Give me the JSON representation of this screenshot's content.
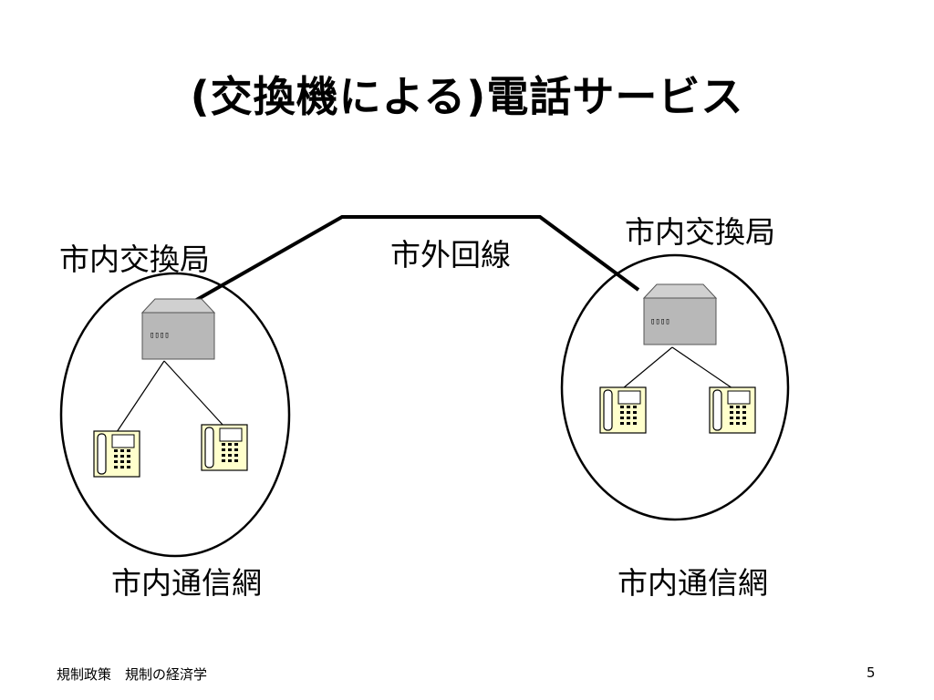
{
  "slide": {
    "title": "(交換機による)電話サービス"
  },
  "labels": {
    "left_exchange": "市内交換局",
    "right_exchange": "市内交換局",
    "trunk_line": "市外回線",
    "left_network": "市内通信網",
    "right_network": "市内通信網"
  },
  "switch_panel_text": "▯▯▯▯",
  "footer": {
    "course": "規制政策　規制の経済学",
    "page_number": "5"
  },
  "colors": {
    "switch_fill": "#b8b8b8",
    "switch_top": "#d0d0d0",
    "phone_fill": "#ffffcc",
    "line": "#000000"
  }
}
